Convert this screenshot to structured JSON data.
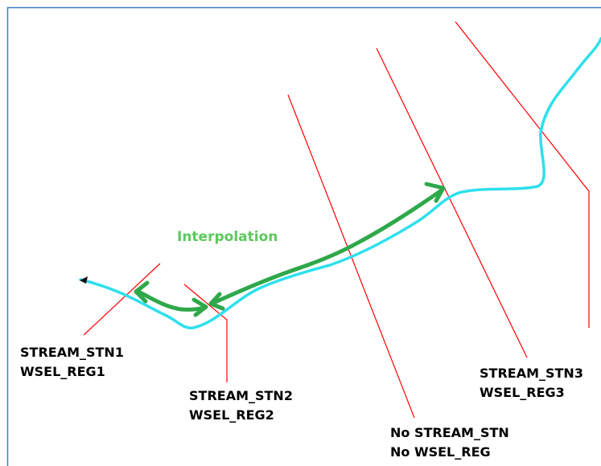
{
  "interpolation": {
    "label": "Interpolation",
    "color": "#5cc85c"
  },
  "stations": [
    {
      "line1": "STREAM_STN1",
      "line2": "WSEL_REG1"
    },
    {
      "line1": "STREAM_STN2",
      "line2": "WSEL_REG2"
    },
    {
      "line1": "No STREAM_STN",
      "line2": "No WSEL_REG"
    },
    {
      "line1": "STREAM_STN3",
      "line2": "WSEL_REG3"
    }
  ],
  "colors": {
    "stream": "#2ee0ec",
    "cross_section": "#ff0000",
    "interpolation_arrow": "#2ea84a",
    "frame": "#3b7fc4"
  }
}
